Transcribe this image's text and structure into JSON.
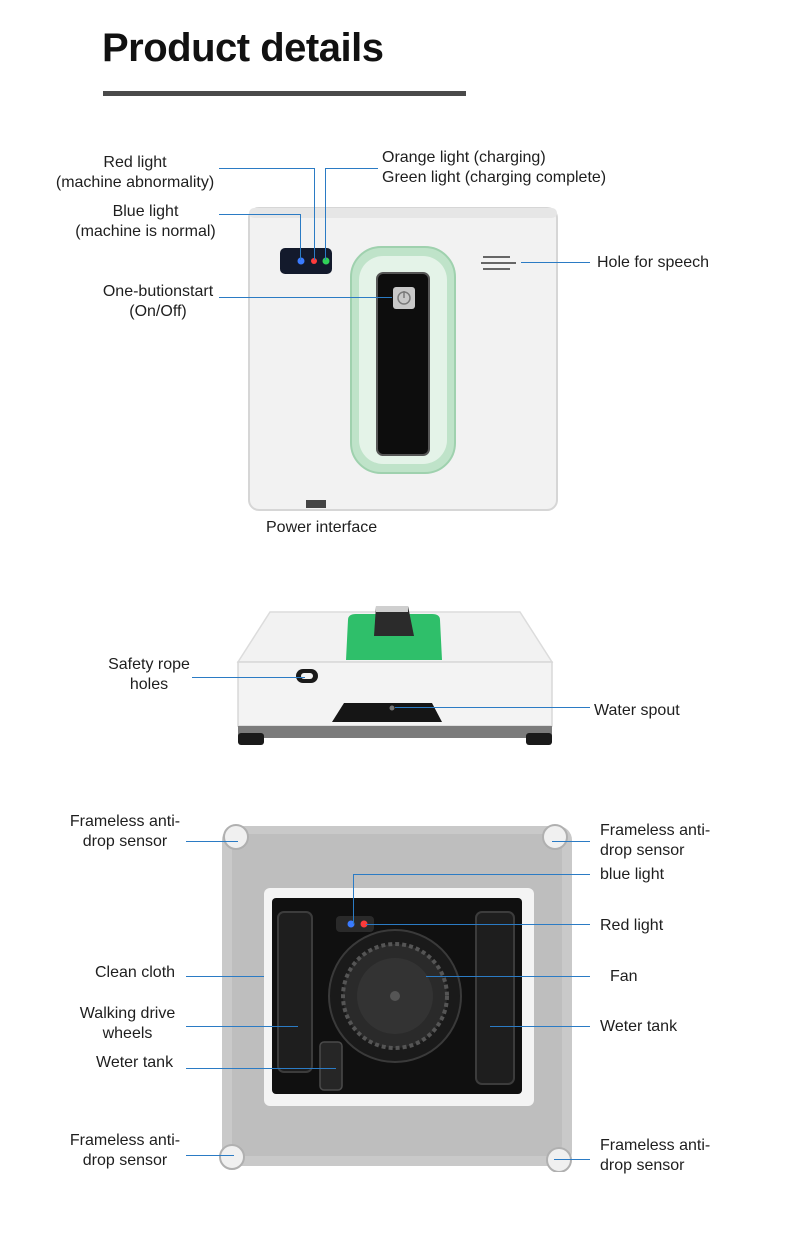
{
  "page": {
    "title": "Product details"
  },
  "colors": {
    "accent_line": "#2b7bc4",
    "title_bar": "#4a4a4a",
    "body_white": "#f2f2f2",
    "window_green": "#cfe8d6",
    "led_blue": "#3a7bff",
    "led_red": "#ff3b3b",
    "led_green": "#30d158"
  },
  "top_view": {
    "red_light": [
      "Red light",
      "(machine abnormality)"
    ],
    "blue_light": [
      "Blue light",
      "(machine is normal)"
    ],
    "orange_green": [
      "Orange light (charging)",
      "Green light (charging complete)"
    ],
    "button": [
      "One-butionstart",
      "(On/Off)"
    ],
    "speaker": "Hole for speech",
    "power": "Power interface"
  },
  "side_view": {
    "rope": [
      "Safety rope",
      "holes"
    ],
    "spout": "Water spout"
  },
  "bottom_view": {
    "sensor_tl": [
      "Frameless anti-",
      "drop sensor"
    ],
    "sensor_tr": [
      "Frameless anti-",
      "drop sensor"
    ],
    "sensor_bl": [
      "Frameless anti-",
      "drop sensor"
    ],
    "sensor_br": [
      "Frameless anti-",
      "drop sensor"
    ],
    "blue_light": "blue light",
    "red_light": "Red light",
    "clean_cloth": "Clean cloth",
    "fan": "Fan",
    "wheels": [
      "Walking drive",
      "wheels"
    ],
    "tank_left": "Weter tank",
    "tank_right": "Weter tank"
  }
}
